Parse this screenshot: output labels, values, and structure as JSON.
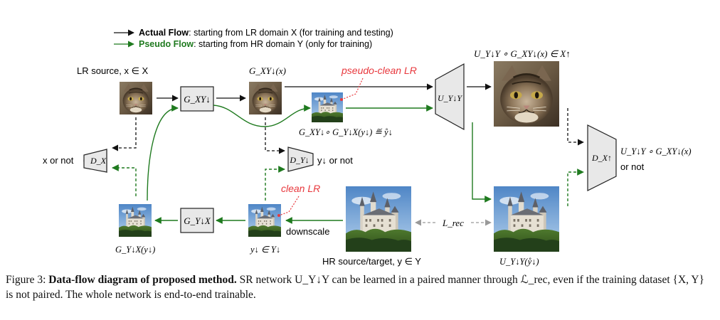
{
  "legend": {
    "actual_label": "Actual Flow",
    "actual_desc": ": starting from LR domain X (for training and testing)",
    "pseudo_label": "Pseudo Flow",
    "pseudo_desc": ": starting from HR domain Y (only for training)"
  },
  "labels": {
    "lr_source": "LR source, x ∈ X",
    "g_xy_down_of_x": "G_XY↓(x)",
    "pseudo_clean": "pseudo-clean LR",
    "u_g_x_in_x_up": "U_Y↓Y ∘ G_XY↓(x) ∈ X↑",
    "g_compose": "G_XY↓∘ G_Y↓X(y↓) ≝ ẙ↓",
    "u_g_x": "U_Y↓Y ∘ G_XY↓(x)",
    "or_not_right": "or not",
    "x_or_not": "x or not",
    "y_down_or_not": "y↓ or not",
    "clean_lr": "clean LR",
    "downscale": "downscale",
    "l_rec": "L_rec",
    "g_yx_of_ydown": "G_Y↓X(y↓)",
    "y_down_in": "y↓ ∈ Y↓",
    "hr_source": "HR source/target, y ∈ Y",
    "u_of_ring": "U_Y↓Y(ẙ↓)"
  },
  "blocks": {
    "g_xy_down": "G_XY↓",
    "g_yx": "G_Y↓X",
    "u_yy": "U_Y↓Y",
    "d_x": "D_X",
    "d_y_down": "D_Y↓",
    "d_x_up": "D_X↑"
  },
  "images": {
    "cat": "cat-photo",
    "castle": "castle-photo"
  },
  "caption": {
    "prefix": "Figure 3: ",
    "bold": "Data-flow diagram of proposed method.",
    "text1": " SR network U_Y↓Y can be learned in a paired manner through ℒ_rec, even if the training dataset {X, Y} is not paired. The whole network is end-to-end trainable."
  },
  "colors": {
    "actual_flow": "#111111",
    "pseudo_flow": "#1f7a1f",
    "annotation_red": "#e8383d",
    "block_fill": "#e8e8e8",
    "block_stroke": "#222222"
  }
}
